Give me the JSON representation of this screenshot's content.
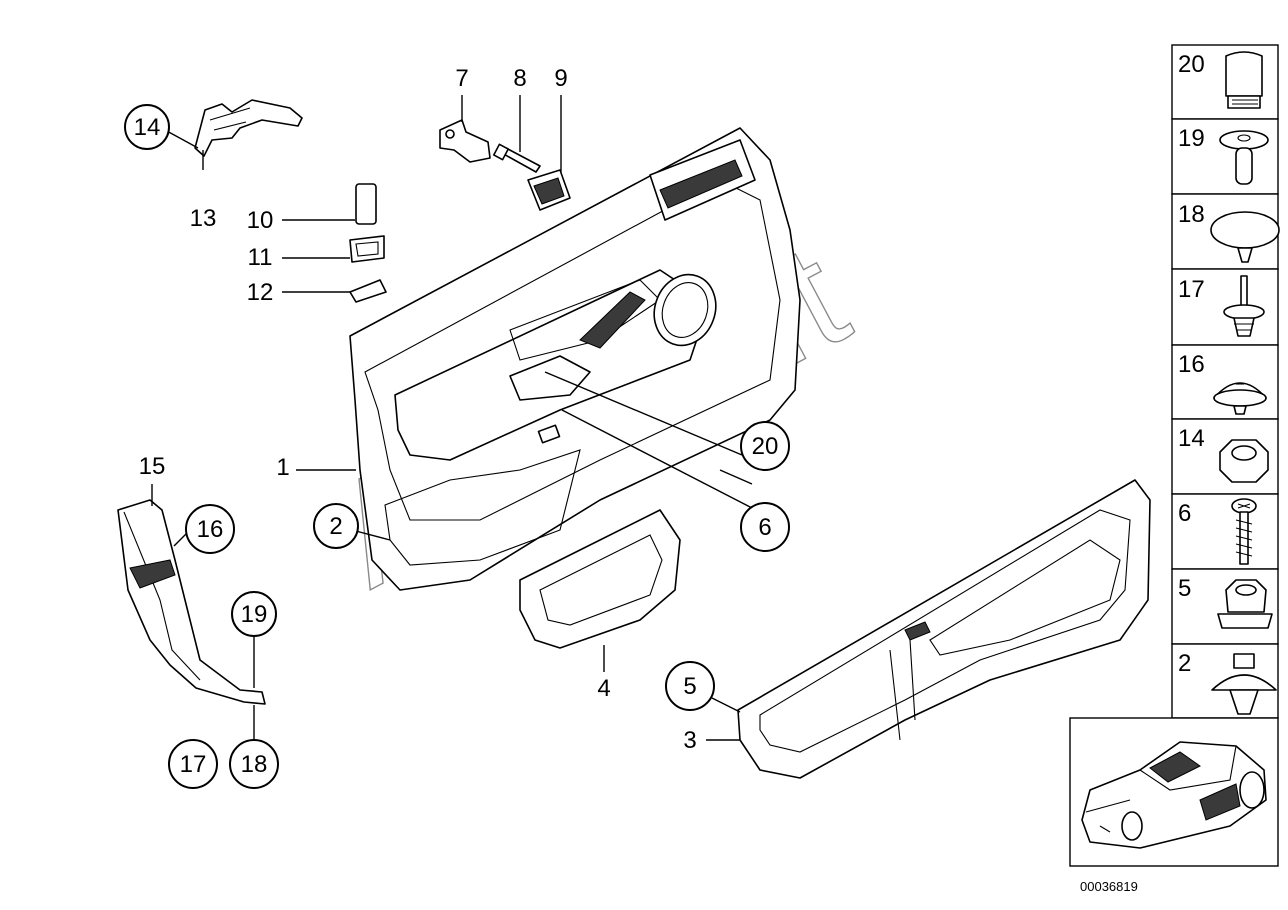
{
  "watermark": "Autosoft",
  "reference_number": "00036819",
  "callouts": {
    "c1": "1",
    "c2": "2",
    "c3": "3",
    "c4": "4",
    "c5": "5",
    "c6": "6",
    "c7": "7",
    "c8": "8",
    "c9": "9",
    "c10": "10",
    "c11": "11",
    "c12": "12",
    "c13": "13",
    "c14": "14",
    "c15": "15",
    "c16": "16",
    "c17": "17",
    "c18": "18",
    "c19": "19",
    "c20": "20"
  },
  "legend": [
    {
      "label": "20",
      "icon": "cap-icon"
    },
    {
      "label": "19",
      "icon": "expanding-rivet-icon"
    },
    {
      "label": "18",
      "icon": "dome-clip-icon"
    },
    {
      "label": "17",
      "icon": "pin-clip-icon"
    },
    {
      "label": "16",
      "icon": "screw-clip-icon"
    },
    {
      "label": "14",
      "icon": "hex-nut-icon"
    },
    {
      "label": "6",
      "icon": "screw-icon"
    },
    {
      "label": "5",
      "icon": "collar-nut-icon"
    },
    {
      "label": "2",
      "icon": "spreader-clip-icon"
    }
  ]
}
